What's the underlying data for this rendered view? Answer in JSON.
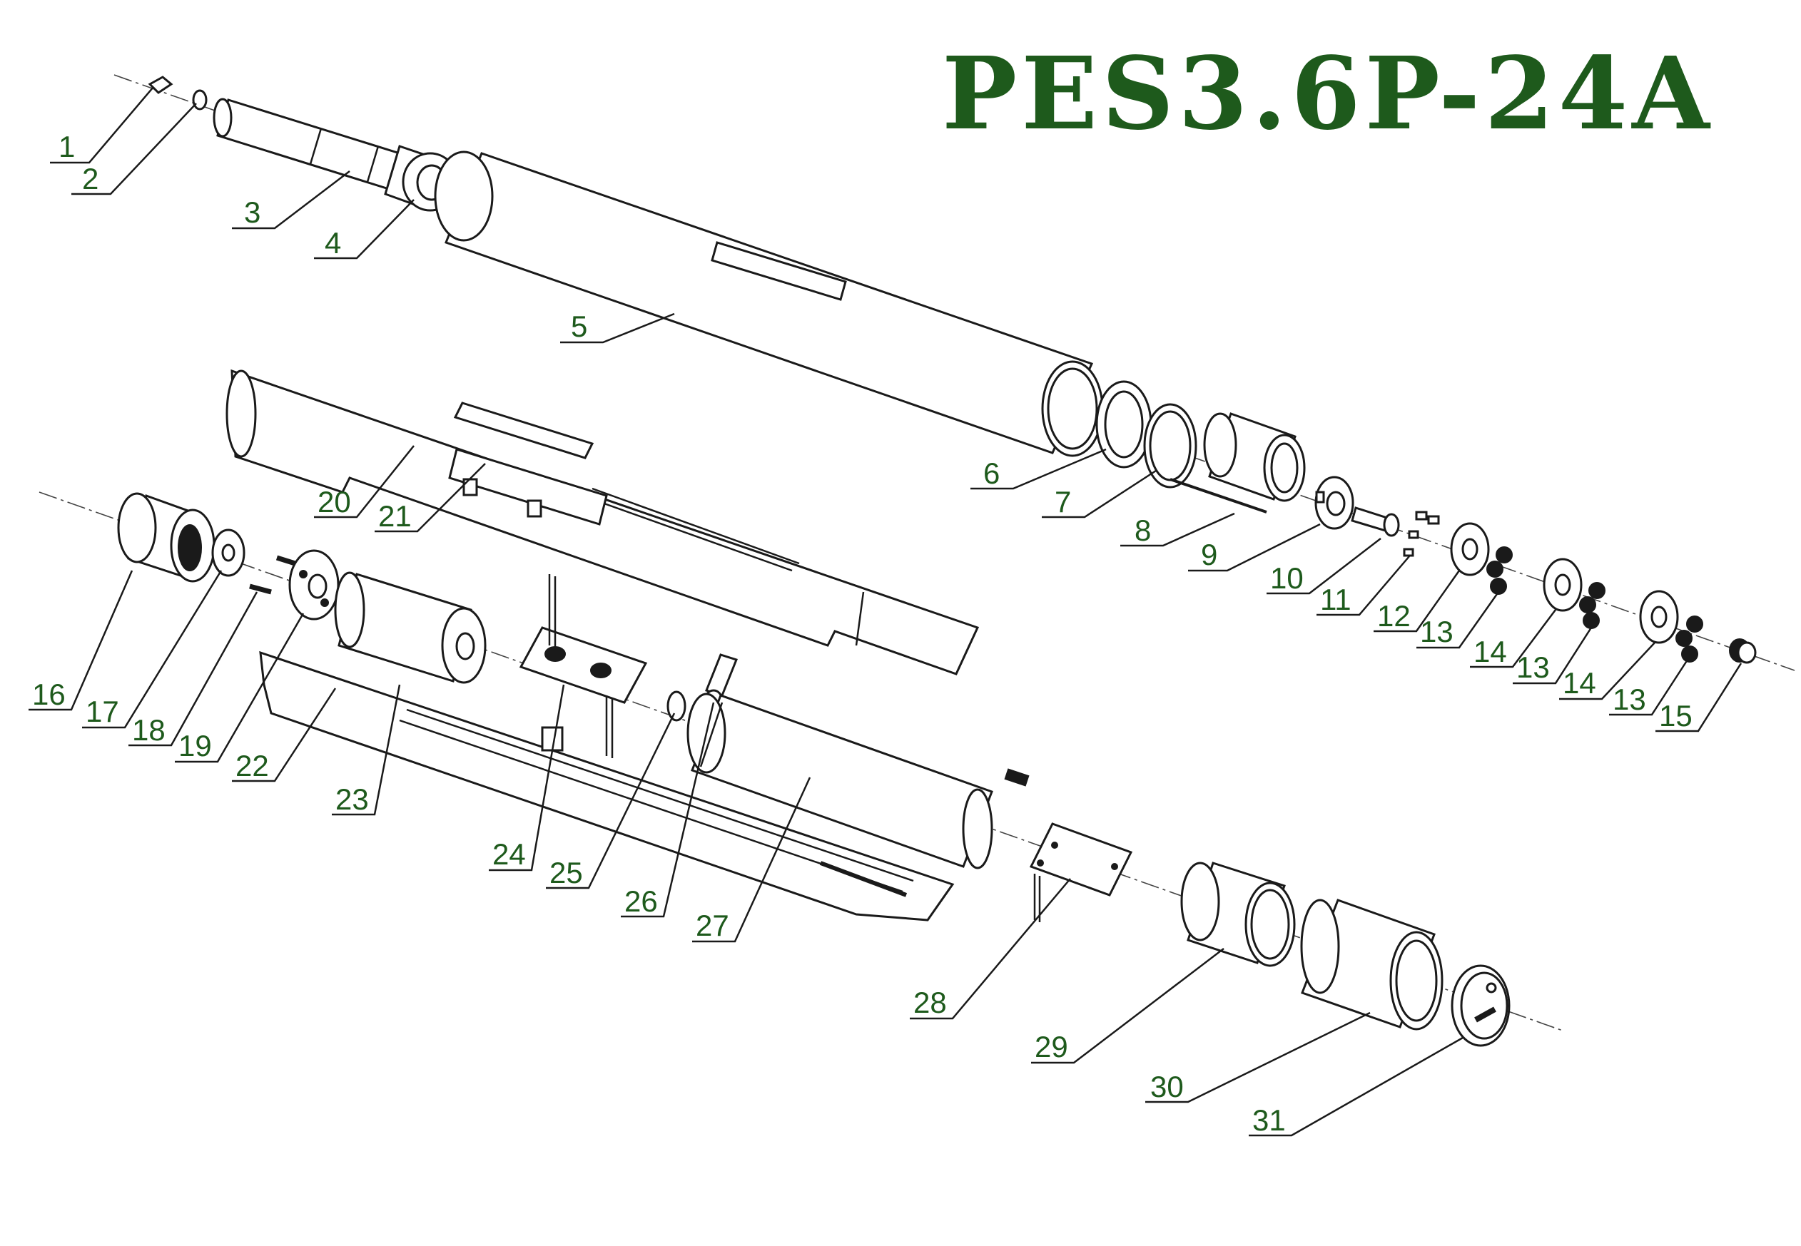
{
  "title": "PES3.6P-24A",
  "colors": {
    "label": "#1e5a1c",
    "line": "#1a1a1a",
    "background": "#ffffff"
  },
  "callouts": [
    {
      "id": "c1",
      "text": "1"
    },
    {
      "id": "c2",
      "text": "2"
    },
    {
      "id": "c3",
      "text": "3"
    },
    {
      "id": "c4",
      "text": "4"
    },
    {
      "id": "c5",
      "text": "5"
    },
    {
      "id": "c6",
      "text": "6"
    },
    {
      "id": "c7",
      "text": "7"
    },
    {
      "id": "c8",
      "text": "8"
    },
    {
      "id": "c9",
      "text": "9"
    },
    {
      "id": "c10",
      "text": "10"
    },
    {
      "id": "c11",
      "text": "11"
    },
    {
      "id": "c12",
      "text": "12"
    },
    {
      "id": "c13a",
      "text": "13"
    },
    {
      "id": "c14a",
      "text": "14"
    },
    {
      "id": "c13b",
      "text": "13"
    },
    {
      "id": "c14b",
      "text": "14"
    },
    {
      "id": "c13c",
      "text": "13"
    },
    {
      "id": "c15",
      "text": "15"
    },
    {
      "id": "c16",
      "text": "16"
    },
    {
      "id": "c17",
      "text": "17"
    },
    {
      "id": "c18",
      "text": "18"
    },
    {
      "id": "c19",
      "text": "19"
    },
    {
      "id": "c20",
      "text": "20"
    },
    {
      "id": "c21",
      "text": "21"
    },
    {
      "id": "c22",
      "text": "22"
    },
    {
      "id": "c23",
      "text": "23"
    },
    {
      "id": "c24",
      "text": "24"
    },
    {
      "id": "c25",
      "text": "25"
    },
    {
      "id": "c26",
      "text": "26"
    },
    {
      "id": "c27",
      "text": "27"
    },
    {
      "id": "c28",
      "text": "28"
    },
    {
      "id": "c29",
      "text": "29"
    },
    {
      "id": "c30",
      "text": "30"
    },
    {
      "id": "c31",
      "text": "31"
    }
  ]
}
